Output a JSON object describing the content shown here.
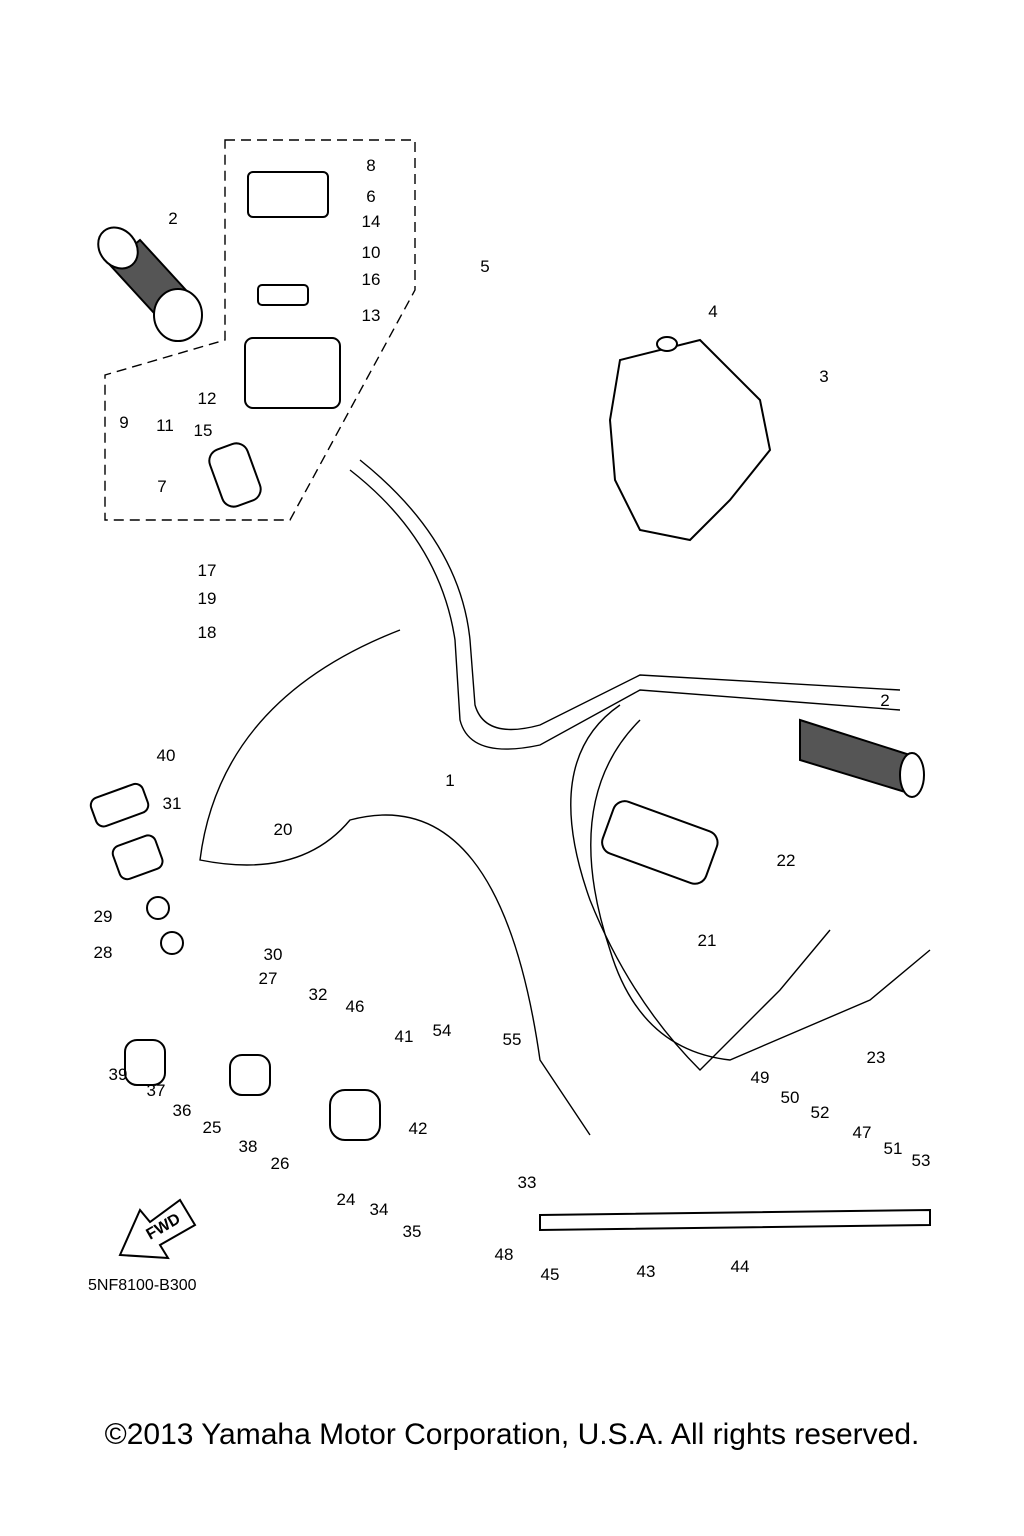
{
  "diagram": {
    "callouts": [
      "8",
      "6",
      "14",
      "10",
      "16",
      "5",
      "13",
      "2",
      "4",
      "3",
      "9",
      "11",
      "12",
      "15",
      "7",
      "17",
      "19",
      "18",
      "2",
      "1",
      "40",
      "31",
      "20",
      "22",
      "29",
      "28",
      "30",
      "27",
      "32",
      "21",
      "46",
      "41",
      "54",
      "55",
      "23",
      "39",
      "37",
      "36",
      "25",
      "38",
      "26",
      "49",
      "50",
      "52",
      "47",
      "51",
      "53",
      "42",
      "24",
      "34",
      "35",
      "33",
      "48",
      "45",
      "43",
      "44"
    ],
    "fwd_label": "FWD",
    "part_code": "5NF8100-B300"
  },
  "footer": {
    "copyright": "©2013 Yamaha Motor Corporation, U.S.A. All rights reserved."
  }
}
